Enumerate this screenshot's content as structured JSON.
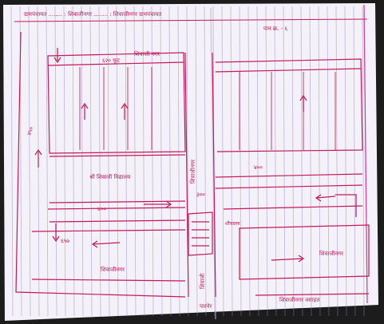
{
  "sheet": {
    "colors": {
      "ink": "#c4185a",
      "paper": "#f4f1f8",
      "rule": "#8d86c9",
      "margin": "#d2419a",
      "shadow": "#1c1c1c"
    }
  },
  "header": {
    "title_line": "ग्रामपंचायत ........ : शिवाजीनगर ........ : शिवाजीनगर ग्रामपंचायत",
    "subline": "पान क्र. - ६"
  },
  "labels": {
    "top_road_width": "६२० फूट",
    "top_road_name": "शिवाजी नगर",
    "central_road": "शिवाजीनगर",
    "main_road_name": "श्री शिवाजी विद्यालय",
    "dim_400_left": "४००",
    "dim_400_right": "४००",
    "dim_300": "३००",
    "dim_657": "६५७",
    "dim_450": "४५०",
    "small_office": "शौचालय",
    "bottom_left_name": "शिवाजीनगर",
    "bottom_right_name": "शिवाजीनगर",
    "bottom_center_label": "शिवाजी",
    "bottom_sign": "पारनेर",
    "bottom_right_title": "शिवाजीनगर वसाहत"
  }
}
